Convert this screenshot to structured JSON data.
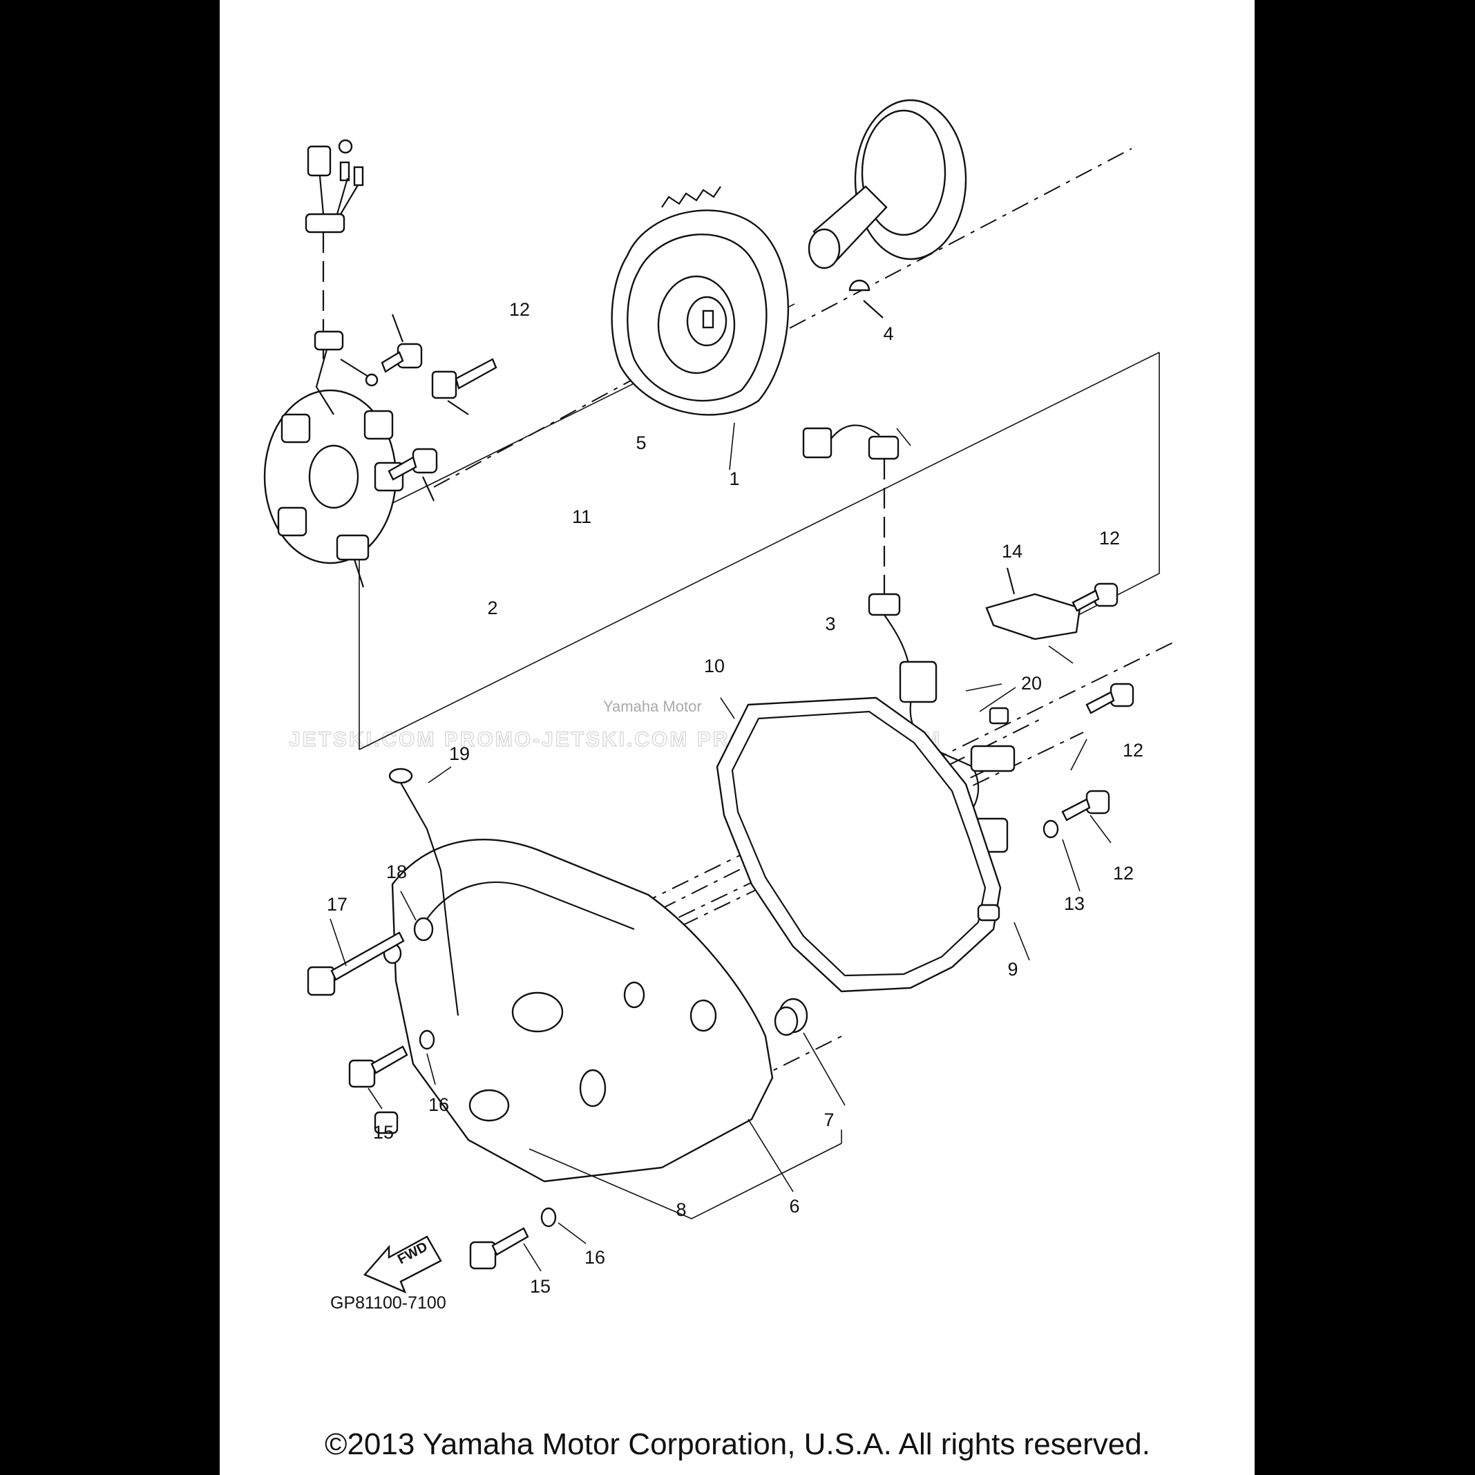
{
  "diagram": {
    "callouts": [
      {
        "id": "c1",
        "label": "1"
      },
      {
        "id": "c2",
        "label": "2"
      },
      {
        "id": "c3",
        "label": "3"
      },
      {
        "id": "c4",
        "label": "4"
      },
      {
        "id": "c5",
        "label": "5"
      },
      {
        "id": "c6",
        "label": "6"
      },
      {
        "id": "c7",
        "label": "7"
      },
      {
        "id": "c8",
        "label": "8"
      },
      {
        "id": "c9",
        "label": "9"
      },
      {
        "id": "c10",
        "label": "10"
      },
      {
        "id": "c11",
        "label": "11"
      },
      {
        "id": "c12a",
        "label": "12"
      },
      {
        "id": "c12b",
        "label": "12"
      },
      {
        "id": "c12c",
        "label": "12"
      },
      {
        "id": "c12d",
        "label": "12"
      },
      {
        "id": "c13",
        "label": "13"
      },
      {
        "id": "c14",
        "label": "14"
      },
      {
        "id": "c15a",
        "label": "15"
      },
      {
        "id": "c15b",
        "label": "15"
      },
      {
        "id": "c16a",
        "label": "16"
      },
      {
        "id": "c16b",
        "label": "16"
      },
      {
        "id": "c17",
        "label": "17"
      },
      {
        "id": "c18",
        "label": "18"
      },
      {
        "id": "c19",
        "label": "19"
      },
      {
        "id": "c20",
        "label": "20"
      }
    ],
    "fwd_label": "FWD",
    "diagram_code": "GP81100-7100",
    "watermark": "JETSKI.COM   PROMO-JETSKI.COM   PROMO-JETSKI.COM",
    "watermark_overlay": "Yamaha Motor"
  },
  "footer": {
    "copyright": "©2013 Yamaha Motor Corporation, U.S.A. All rights reserved."
  }
}
